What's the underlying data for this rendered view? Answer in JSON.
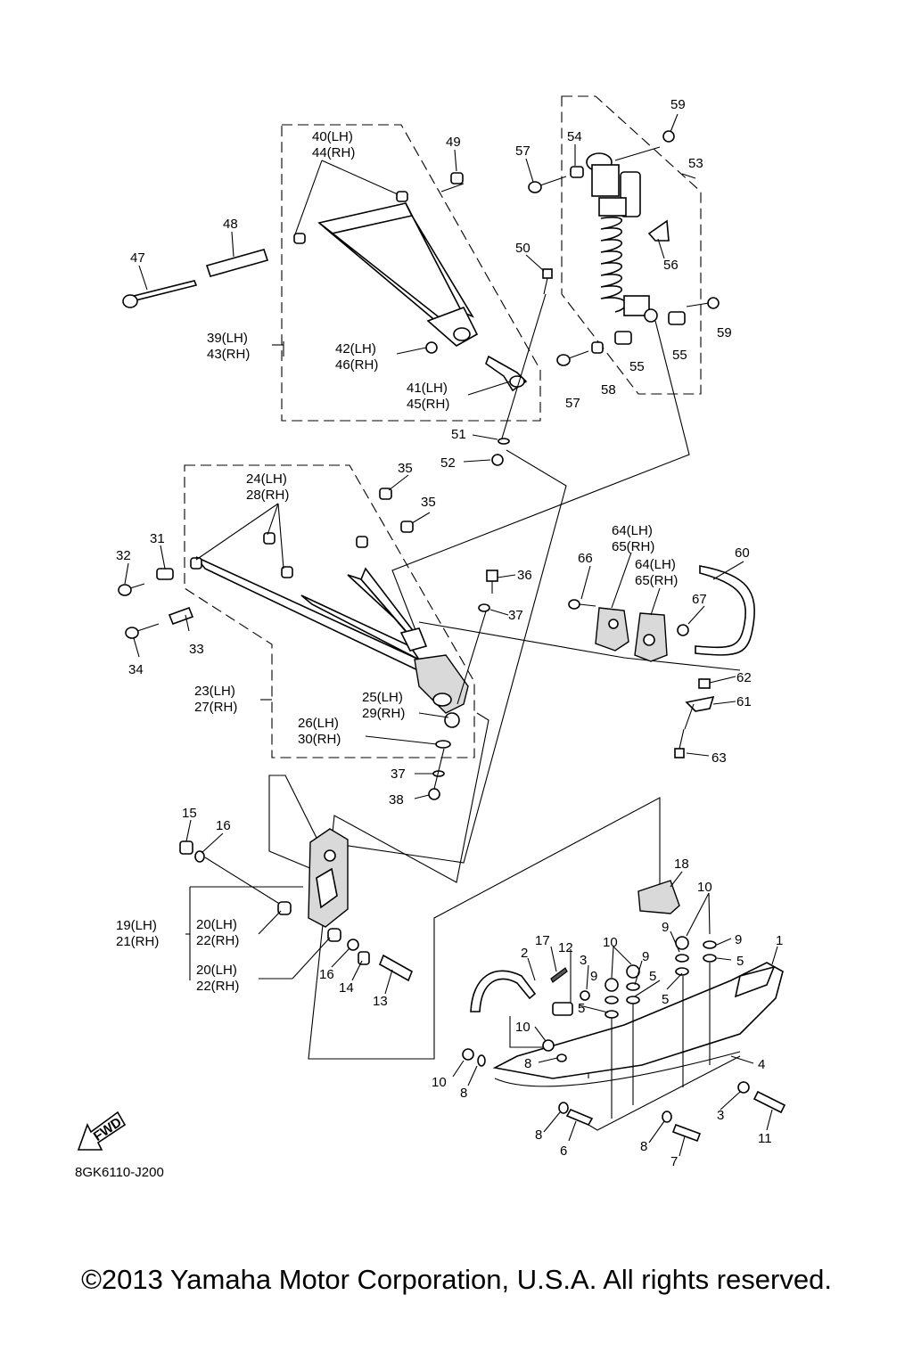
{
  "diagram_code": "8GK6110-J200",
  "copyright": "©2013 Yamaha Motor Corporation, U.S.A. All rights reserved.",
  "fwd_badge": "FWD",
  "callouts": {
    "c1": "1",
    "c2": "2",
    "c3a": "3",
    "c3b": "3",
    "c4": "4",
    "c5a": "5",
    "c5b": "5",
    "c5c": "5",
    "c5d": "5",
    "c6": "6",
    "c7": "7",
    "c8a": "8",
    "c8b": "8",
    "c8c": "8",
    "c8d": "8",
    "c9a": "9",
    "c9b": "9",
    "c9c": "9",
    "c9d": "9",
    "c10a": "10",
    "c10b": "10",
    "c10c": "10",
    "c10d": "10",
    "c11": "11",
    "c12": "12",
    "c13": "13",
    "c14": "14",
    "c15": "15",
    "c16a": "16",
    "c16b": "16",
    "c17": "17",
    "c18": "18",
    "c19": "19(LH)",
    "c21": "21(RH)",
    "c20a": "20(LH)",
    "c22a": "22(RH)",
    "c20b": "20(LH)",
    "c22b": "22(RH)",
    "c23": "23(LH)",
    "c27": "27(RH)",
    "c24": "24(LH)",
    "c28": "28(RH)",
    "c25": "25(LH)",
    "c29": "29(RH)",
    "c26": "26(LH)",
    "c30": "30(RH)",
    "c31": "31",
    "c32": "32",
    "c33": "33",
    "c34": "34",
    "c35a": "35",
    "c35b": "35",
    "c36": "36",
    "c37a": "37",
    "c37b": "37",
    "c38": "38",
    "c39": "39(LH)",
    "c43": "43(RH)",
    "c40": "40(LH)",
    "c44": "44(RH)",
    "c41": "41(LH)",
    "c45": "45(RH)",
    "c42": "42(LH)",
    "c46": "46(RH)",
    "c47": "47",
    "c48": "48",
    "c49": "49",
    "c50": "50",
    "c51": "51",
    "c52": "52",
    "c53": "53",
    "c54": "54",
    "c55a": "55",
    "c55b": "55",
    "c56": "56",
    "c57a": "57",
    "c57b": "57",
    "c58": "58",
    "c59a": "59",
    "c59b": "59",
    "c60": "60",
    "c61": "61",
    "c62": "62",
    "c63": "63",
    "c64a": "64(LH)",
    "c65a": "65(RH)",
    "c64b": "64(LH)",
    "c65b": "65(RH)",
    "c66": "66",
    "c67": "67"
  }
}
